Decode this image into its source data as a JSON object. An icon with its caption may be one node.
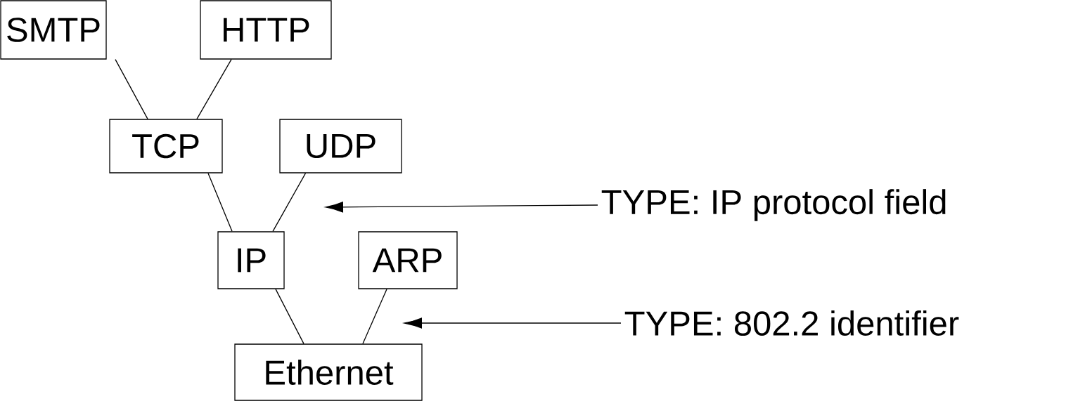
{
  "diagram": {
    "nodes": [
      {
        "text": [
          "SMTP"
        ]
      },
      {
        "text": [
          "HTTP"
        ]
      },
      {
        "text": [
          "TCP"
        ]
      },
      {
        "text": [
          "UDP"
        ]
      },
      {
        "text": [
          "IP"
        ]
      },
      {
        "text": [
          "ARP"
        ]
      },
      {
        "text": [
          "Ethernet"
        ]
      },
      {
        "text": [
          "TYPE: IP protocol field"
        ]
      },
      {
        "text": [
          "TYPE: 802.2 identifier"
        ]
      }
    ],
    "edges": [
      {
        "from": 0,
        "to": 2,
        "arrow": "none"
      },
      {
        "from": 1,
        "to": 2,
        "arrow": "none"
      },
      {
        "from": 2,
        "to": 4,
        "arrow": "none"
      },
      {
        "from": 3,
        "to": 4,
        "arrow": "none"
      },
      {
        "from": 4,
        "to": 6,
        "arrow": "none"
      },
      {
        "from": 5,
        "to": 6,
        "arrow": "none"
      },
      {
        "from": 7,
        "to": null,
        "arrow": "to"
      },
      {
        "from": 8,
        "to": null,
        "arrow": "to"
      }
    ]
  }
}
